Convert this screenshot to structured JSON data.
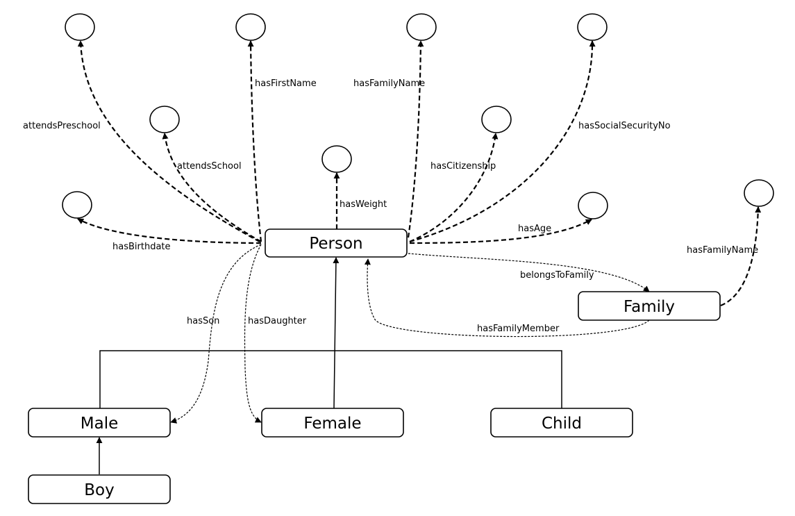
{
  "nodes": {
    "person": "Person",
    "family": "Family",
    "male": "Male",
    "female": "Female",
    "child": "Child",
    "boy": "Boy"
  },
  "edges": {
    "attends_preschool": "attendsPreschool",
    "has_first_name": "hasFirstName",
    "has_family_name": "hasFamilyName",
    "has_social_security_no": "hasSocialSecurityNo",
    "attends_school": "attendsSchool",
    "has_citizenship": "hasCitizenship",
    "has_weight": "hasWeight",
    "has_birthdate": "hasBirthdate",
    "has_age": "hasAge",
    "family_has_family_name": "hasFamilyName",
    "belongs_to_family": "belongsToFamily",
    "has_family_member": "hasFamilyMember",
    "has_son": "hasSon",
    "has_daughter": "hasDaughter"
  }
}
